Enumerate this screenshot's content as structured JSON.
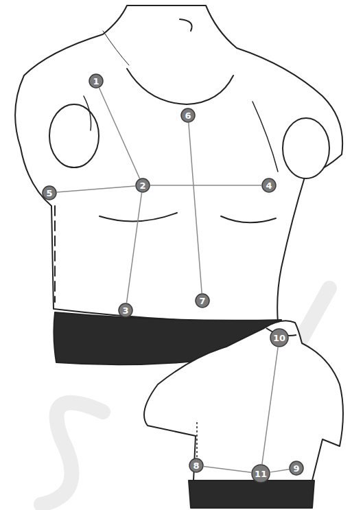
{
  "diagram": {
    "nodes": [
      {
        "text": [
          "1"
        ]
      },
      {
        "text": [
          "6"
        ]
      },
      {
        "text": [
          "2"
        ]
      },
      {
        "text": [
          "4"
        ]
      },
      {
        "text": [
          "5"
        ]
      },
      {
        "text": [
          "7"
        ]
      },
      {
        "text": [
          "3"
        ]
      },
      {
        "text": [
          "10"
        ]
      },
      {
        "text": [
          "8"
        ]
      },
      {
        "text": [
          "9"
        ]
      },
      {
        "text": [
          "11"
        ]
      }
    ],
    "edges": [
      {
        "from": 0,
        "to": 2,
        "arrow": "none"
      },
      {
        "from": 4,
        "to": 2,
        "arrow": "none"
      },
      {
        "from": 2,
        "to": 3,
        "arrow": "none"
      },
      {
        "from": 2,
        "to": 6,
        "arrow": "none"
      },
      {
        "from": 1,
        "to": 5,
        "arrow": "none"
      },
      {
        "from": 7,
        "to": 10,
        "arrow": "none"
      },
      {
        "from": 8,
        "to": 10,
        "arrow": "none"
      },
      {
        "from": 10,
        "to": 9,
        "arrow": "none"
      }
    ]
  }
}
